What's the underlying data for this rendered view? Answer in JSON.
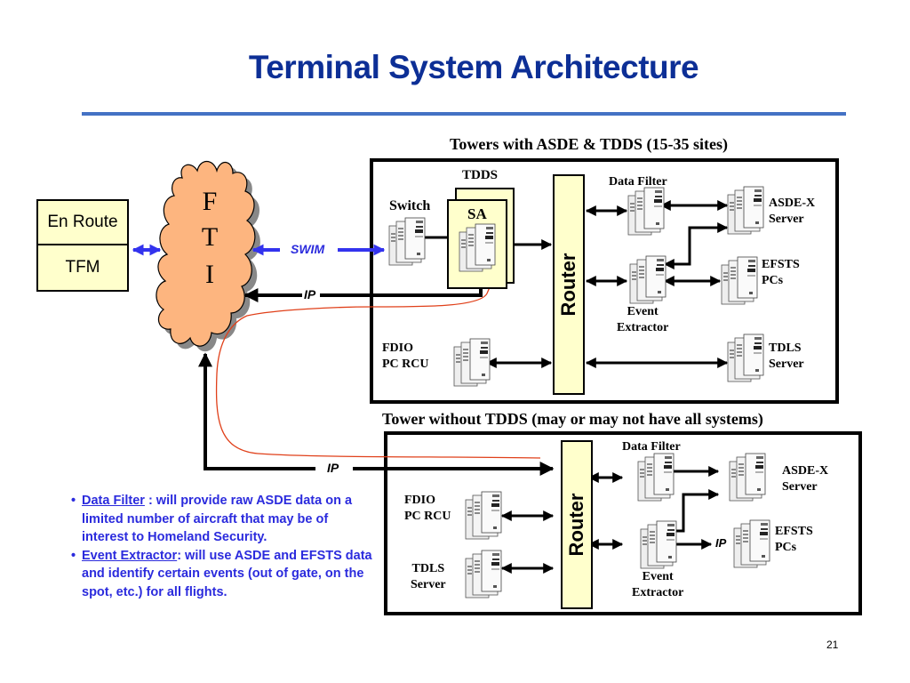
{
  "slide": {
    "title": "Terminal System Architecture",
    "page_number": "21"
  },
  "left": {
    "en_route": "En Route",
    "tfm": "TFM",
    "fti_letters": [
      "F",
      "T",
      "I"
    ],
    "swim_label": "SWIM",
    "ip_label_top": "IP",
    "ip_label_bottom": "IP"
  },
  "tower_tdds": {
    "caption": "Towers with ASDE & TDDS (15-35 sites)",
    "tdds_label": "TDDS",
    "switch_label": "Switch",
    "sa_label": "SA",
    "router_label": "Router",
    "data_filter_label": "Data Filter",
    "asdex_label": [
      "ASDE-X",
      "Server"
    ],
    "efsts_label": [
      "EFSTS",
      "PCs"
    ],
    "event_extractor_label": [
      "Event",
      "Extractor"
    ],
    "fdio_label": [
      "FDIO",
      "PC RCU"
    ],
    "tdls_label": [
      "TDLS",
      "Server"
    ]
  },
  "tower_no_tdds": {
    "caption": "Tower without TDDS (may or may not have all systems)",
    "router_label": "Router",
    "data_filter_label": "Data Filter",
    "asdex_label": [
      "ASDE-X",
      "Server"
    ],
    "efsts_label": [
      "EFSTS",
      "PCs"
    ],
    "event_extractor_label": [
      "Event",
      "Extractor"
    ],
    "fdio_label": [
      "FDIO",
      "PC RCU"
    ],
    "tdls_label": [
      "TDLS",
      "Server"
    ],
    "ip_link_label": "IP"
  },
  "notes": [
    {
      "term": "Data Filter",
      "text": " : will provide raw ASDE data on a limited number of aircraft that may be of interest to Homeland Security."
    },
    {
      "term": "Event Extractor",
      "text": ": will use ASDE and EFSTS data and identify certain events (out of gate, on the spot, etc.) for all flights."
    }
  ],
  "icons": {
    "server": "server-tower-icon",
    "cloud": "network-cloud-icon"
  },
  "colors": {
    "title": "#0d2f96",
    "rule": "#4472c4",
    "swim_arrow": "#3333ee",
    "box_fill": "#ffffcc",
    "cloud_fill": "#fdb57f",
    "red_link": "#e0401a",
    "note_text": "#2b2bdd"
  }
}
